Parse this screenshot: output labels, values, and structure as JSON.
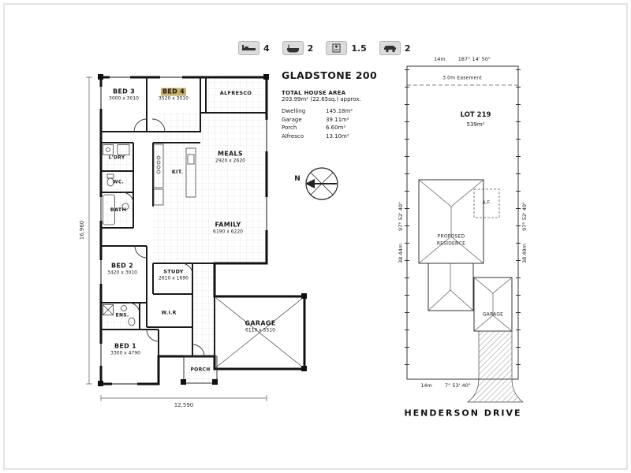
{
  "amenities": [
    {
      "icon": "bed-icon",
      "value": "4"
    },
    {
      "icon": "bath-icon",
      "value": "2"
    },
    {
      "icon": "shower-icon",
      "value": "1.5"
    },
    {
      "icon": "car-icon",
      "value": "2"
    }
  ],
  "title_block": {
    "plan_name": "GLADSTONE 200",
    "area_heading": "TOTAL HOUSE AREA",
    "area_total": "203.99m² (22.65sq.) approx.",
    "areas": [
      {
        "label": "Dwelling",
        "value": "145.18m²"
      },
      {
        "label": "Garage",
        "value": "39.11m²"
      },
      {
        "label": "Porch",
        "value": "6.60m²"
      },
      {
        "label": "Alfresco",
        "value": "13.10m²"
      }
    ]
  },
  "compass": {
    "north_label": "N"
  },
  "floor_plan": {
    "highlight_color": "#c9b06d",
    "rooms": {
      "bed3": {
        "name": "BED 3",
        "dims": "3000 x 3010"
      },
      "bed4": {
        "name": "BED 4",
        "dims": "3520 x 3010"
      },
      "alfresco": {
        "name": "ALFRESCO"
      },
      "ldry": {
        "name": "L'DRY"
      },
      "wc": {
        "name": "WC."
      },
      "bath": {
        "name": "BATH"
      },
      "kit": {
        "name": "KIT."
      },
      "meals": {
        "name": "MEALS",
        "dims": "2920 x 2620"
      },
      "family": {
        "name": "FAMILY",
        "dims": "6190 x 6220"
      },
      "bed2": {
        "name": "BED 2",
        "dims": "3420 x 3010"
      },
      "study": {
        "name": "STUDY",
        "dims": "2610 x 1690"
      },
      "ens": {
        "name": "ENS."
      },
      "wir": {
        "name": "W.I.R"
      },
      "bed1": {
        "name": "BED 1",
        "dims": "3300 x 4790"
      },
      "porch": {
        "name": "PORCH"
      },
      "garage": {
        "name": "GARAGE",
        "dims": "6110 x 5510"
      }
    },
    "overall_width": "12,590",
    "overall_depth": "16,960"
  },
  "site_plan": {
    "lot_name": "LOT 219",
    "lot_area": "539m²",
    "easement_label": "3.0m Easement",
    "boundaries": {
      "top": {
        "length": "14m",
        "bearing": "187° 14' 50\""
      },
      "bottom": {
        "length": "14m",
        "bearing": "7° 53' 40\""
      },
      "left": {
        "length": "38.44m",
        "bearing": "97° 52' 40\""
      },
      "right": {
        "length": "38.49m",
        "bearing": "97° 52' 40\""
      }
    },
    "residence_line1": "PROPOSED",
    "residence_line2": "RESIDENCE",
    "alfresco_label": "A.F.",
    "garage_label": "GARAGE",
    "street_name": "HENDERSON DRIVE"
  }
}
